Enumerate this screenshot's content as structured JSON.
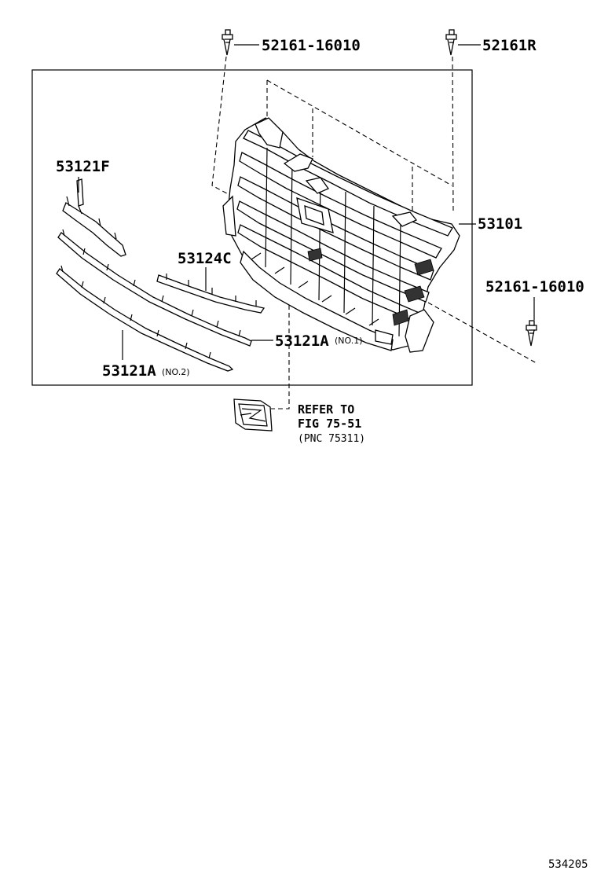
{
  "labels": {
    "clip_top_left": "52161-16010",
    "clip_top_right": "52161R",
    "clip_right": "52161-16010",
    "grille": "53101",
    "molding_top": "53121F",
    "molding_center": "53124C",
    "molding_no1": "53121A",
    "molding_no1_note": "(NO.1)",
    "molding_no2": "53121A",
    "molding_no2_note": "(NO.2)"
  },
  "reference": {
    "line1": "REFER TO",
    "line2": "FIG 75-51",
    "line3": "(PNC 75311)"
  },
  "footer": {
    "diagram_number": "534205"
  }
}
